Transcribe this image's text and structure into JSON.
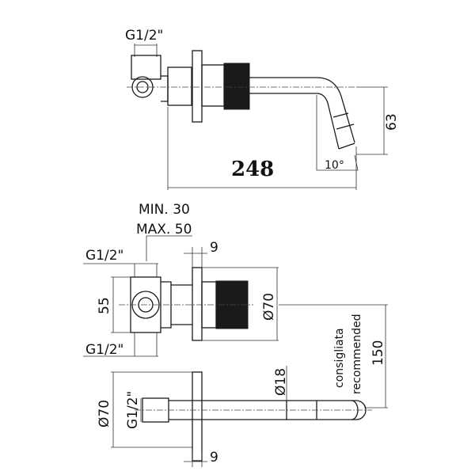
{
  "drawing": {
    "top_view": {
      "thread_label": "G1/2\"",
      "length": "248",
      "height": "63",
      "angle": "10°"
    },
    "front_view": {
      "min_depth": "MIN. 30",
      "max_depth": "MAX. 50",
      "flange_thickness": "9",
      "thread_top": "G1/2\"",
      "thread_bottom": "G1/2\"",
      "body_height": "55",
      "plate_diameter": "Ø70",
      "recommended_it": "consigliata",
      "recommended_en": "recommended",
      "recommended_height": "150"
    },
    "side_view": {
      "plate_diameter": "Ø70",
      "thread_label": "G1/2\"",
      "spout_diameter": "Ø18",
      "flange_thickness": "9"
    }
  }
}
